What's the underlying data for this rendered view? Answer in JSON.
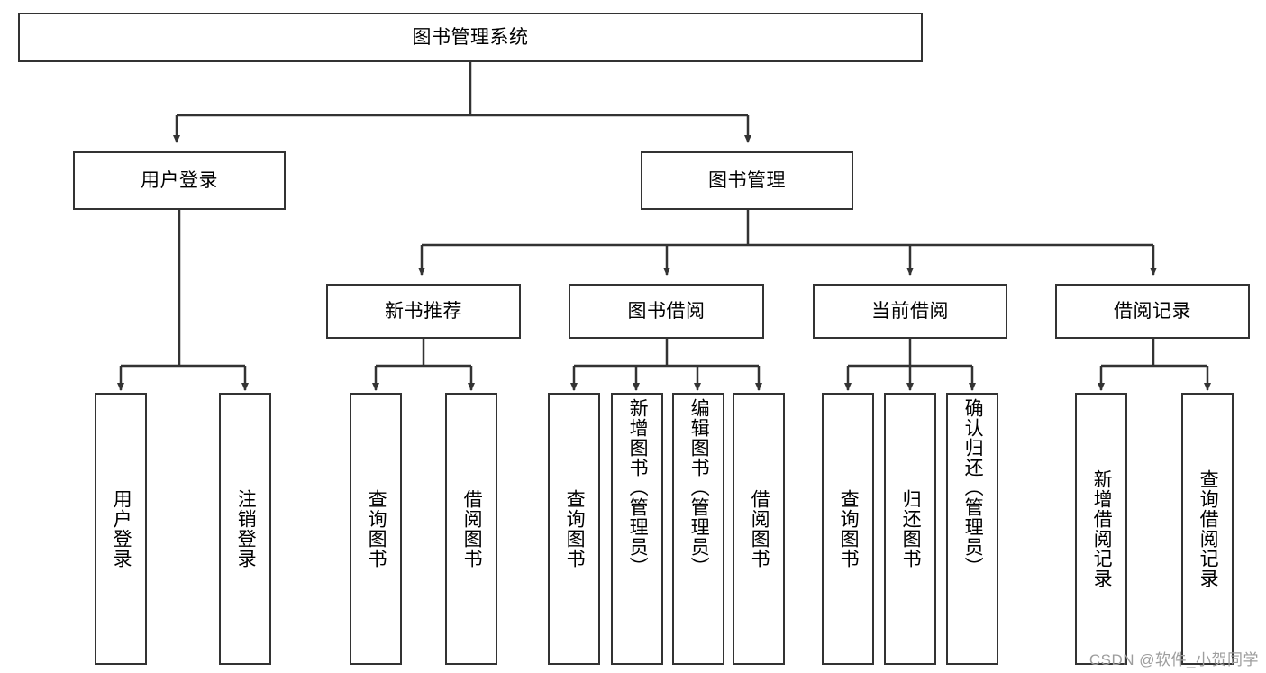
{
  "diagram": {
    "title_node": {
      "label": "图书管理系统"
    },
    "level2": [
      {
        "label": "用户登录"
      },
      {
        "label": "图书管理"
      }
    ],
    "level3": [
      {
        "label": "新书推荐"
      },
      {
        "label": "图书借阅"
      },
      {
        "label": "当前借阅"
      },
      {
        "label": "借阅记录"
      }
    ],
    "leaves": {
      "user_login": [
        {
          "label": "用户登录"
        },
        {
          "label": "注销登录"
        }
      ],
      "new_book_recommend": [
        {
          "label": "查询图书"
        },
        {
          "label": "借阅图书"
        }
      ],
      "book_borrow": [
        {
          "label": "查询图书"
        },
        {
          "label": "新增图书（管理员）"
        },
        {
          "label": "编辑图书（管理员）"
        },
        {
          "label": "借阅图书"
        }
      ],
      "current_borrow": [
        {
          "label": "查询图书"
        },
        {
          "label": "归还图书"
        },
        {
          "label": "确认归还（管理员）"
        }
      ],
      "borrow_record": [
        {
          "label": "新增借阅记录"
        },
        {
          "label": "查询借阅记录"
        }
      ]
    },
    "watermark": "CSDN @软件_小贺同学",
    "colors": {
      "stroke": "#333333",
      "background": "#ffffff",
      "text": "#000000",
      "watermark": "#9d9d9d"
    }
  }
}
